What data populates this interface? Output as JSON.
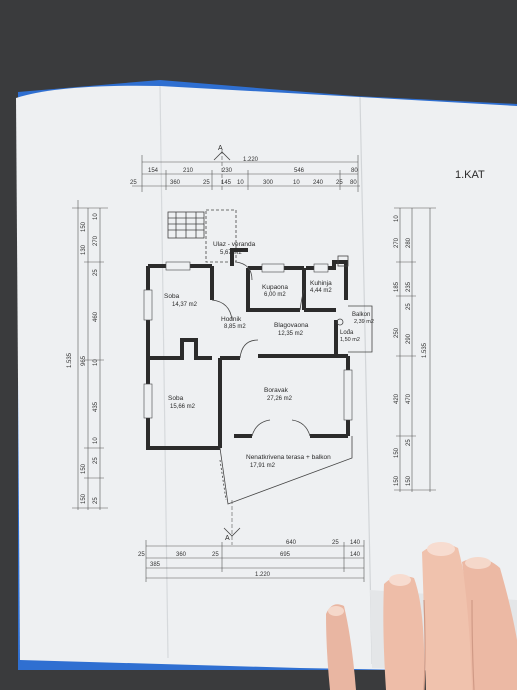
{
  "sheet_title": "1.KAT",
  "rooms": [
    {
      "name": "Ulaz - veranda",
      "area": "5,67 m2"
    },
    {
      "name": "Soba",
      "area": "14,37 m2"
    },
    {
      "name": "Kupaona",
      "area": "6,00 m2"
    },
    {
      "name": "Kuhinja",
      "area": "4,44 m2"
    },
    {
      "name": "Hodnik",
      "area": "8,85 m2"
    },
    {
      "name": "Blagovaona",
      "area": "12,35 m2"
    },
    {
      "name": "Balkon",
      "area": "2,39 m2"
    },
    {
      "name": "Lođa",
      "area": "1,50 m2"
    },
    {
      "name": "Soba",
      "area": "15,66 m2"
    },
    {
      "name": "Boravak",
      "area": "27,26 m2"
    },
    {
      "name": "Nenatkrivena terasa + balkon",
      "area": "17,91 m2"
    }
  ],
  "section_marks": [
    "A",
    "A"
  ],
  "dims_top": {
    "total": "1.220",
    "row1": [
      "154",
      "210",
      "230",
      "546",
      "80"
    ],
    "row2": [
      "25",
      "360",
      "25",
      "145",
      "10",
      "300",
      "10",
      "240",
      "25",
      "80"
    ]
  },
  "dims_bottom": {
    "row1": [
      "640",
      "25",
      "140"
    ],
    "row2": [
      "25",
      "360",
      "25",
      "695",
      "140"
    ],
    "row3": [
      "385"
    ],
    "total": "1.220"
  },
  "dims_left": {
    "outer": "1.535",
    "mid": [
      "965"
    ],
    "inner": [
      "150",
      "130",
      "25",
      "460",
      "10",
      "435",
      "150",
      "150"
    ],
    "inner2": [
      "10",
      "270",
      "25",
      "10",
      "25"
    ]
  },
  "dims_right": {
    "outer": "1.535",
    "inner": [
      "10",
      "270",
      "185",
      "250",
      "420",
      "150",
      "150"
    ],
    "inner2": [
      "280",
      "235",
      "25",
      "290",
      "470",
      "25",
      "150"
    ]
  }
}
